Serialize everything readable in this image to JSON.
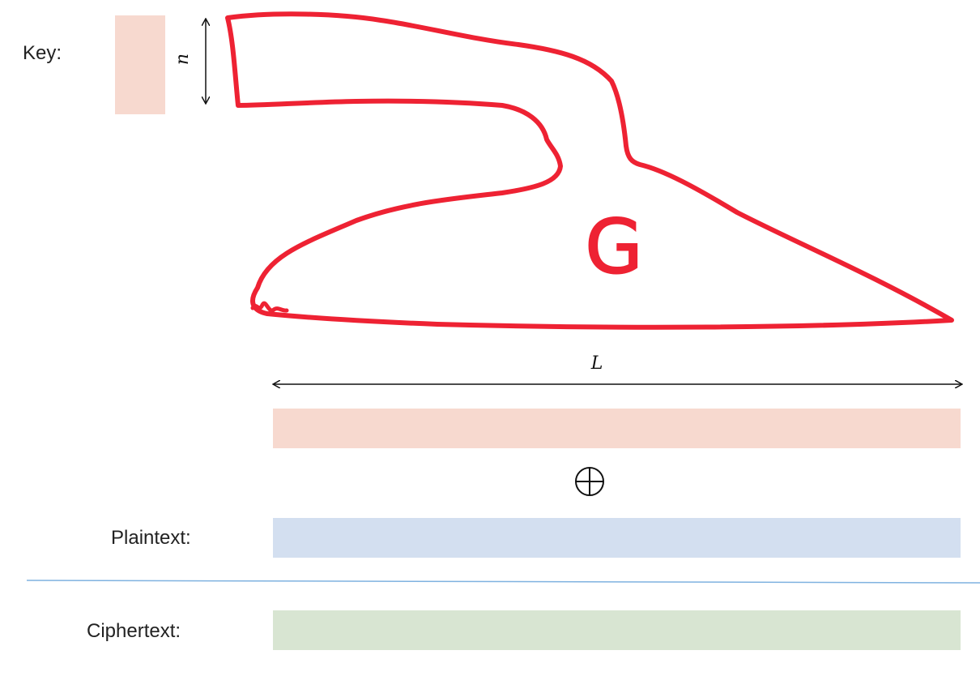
{
  "labels": {
    "key": "Key:",
    "plaintext": "Plaintext:",
    "ciphertext": "Ciphertext:"
  },
  "math": {
    "n": "n",
    "L": "L",
    "generator": "G",
    "xor_symbol": "⊕"
  },
  "colors": {
    "key": "#f7d9cf",
    "plaintext": "#d3dff0",
    "ciphertext": "#d8e5d2",
    "generator_outline": "#ee2233",
    "divider": "#7fb2e0",
    "arrow": "#111111"
  }
}
